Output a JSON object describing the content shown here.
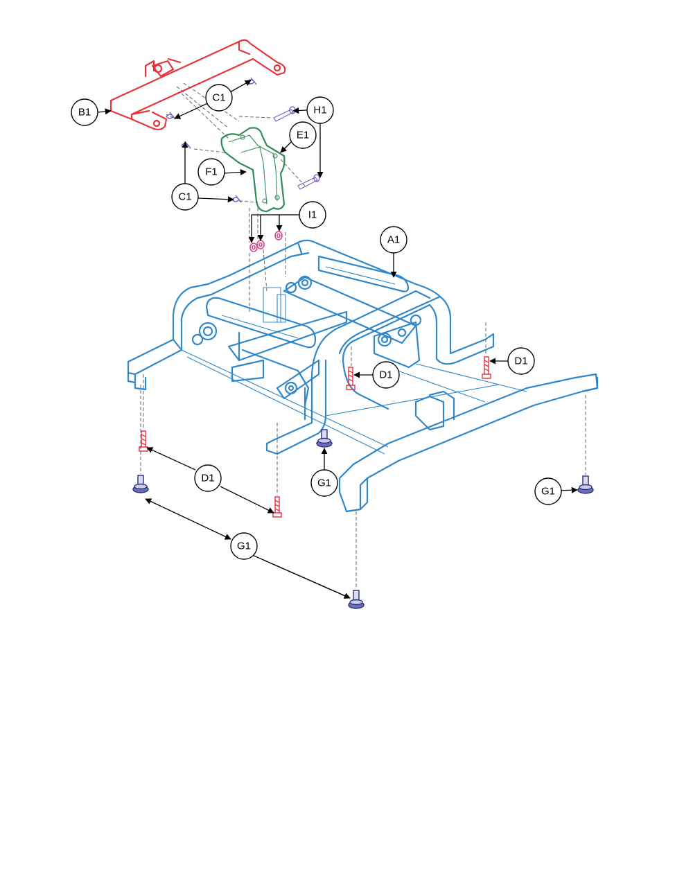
{
  "colors": {
    "frame_blue": "#2f86c8",
    "bracket_red": "#e8323a",
    "plate_green": "#2e8b57",
    "pin_purple": "#7b5cc4",
    "screw_red": "#e8323a",
    "foot_navy": "#2a2f7a",
    "washer_pink": "#e0408a"
  },
  "callouts": {
    "a1": "A1",
    "b1": "B1",
    "c1_top": "C1",
    "c1_side": "C1",
    "d1_center": "D1",
    "d1_right": "D1",
    "d1_left": "D1",
    "e1": "E1",
    "f1": "F1",
    "g1_center": "G1",
    "g1_right": "G1",
    "g1_bottom": "G1",
    "h1": "H1",
    "i1": "I1"
  }
}
